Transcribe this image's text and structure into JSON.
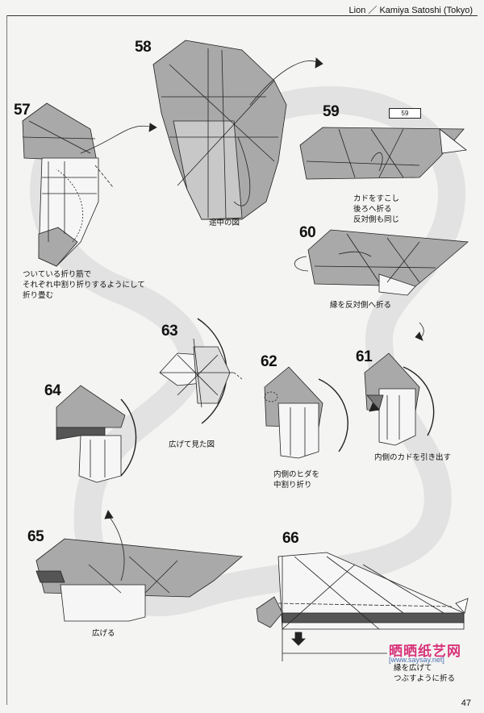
{
  "header": {
    "title": "Lion ／ Kamiya Satoshi (Tokyo)"
  },
  "steps": {
    "s57": {
      "number": "57",
      "caption": "ついている折り筋で\nそれぞれ中割り折りするようにして\n折り畳む"
    },
    "s58": {
      "number": "58",
      "caption": "途中の図"
    },
    "s59": {
      "number": "59",
      "ref": "59",
      "caption": "カドをすこし\n後ろへ折る\n反対側も同じ"
    },
    "s60": {
      "number": "60",
      "caption": "縁を反対側へ折る"
    },
    "s61": {
      "number": "61",
      "caption": "内側のカドを引き出す"
    },
    "s62": {
      "number": "62",
      "caption": "内側のヒダを\n中割り折り"
    },
    "s63": {
      "number": "63",
      "caption": "広げて見た図"
    },
    "s64": {
      "number": "64"
    },
    "s65": {
      "number": "65",
      "caption": "広げる"
    },
    "s66": {
      "number": "66",
      "caption": "縁を広げて\nつぶすように折る"
    }
  },
  "watermark": {
    "text": "晒晒纸艺网",
    "url": "[www.saysay.net]"
  },
  "page_number": "47",
  "colors": {
    "paper_gray": "#a9a9a9",
    "paper_dark": "#7a7a7a",
    "swirl": "#e2e2e2",
    "line": "#222222"
  }
}
